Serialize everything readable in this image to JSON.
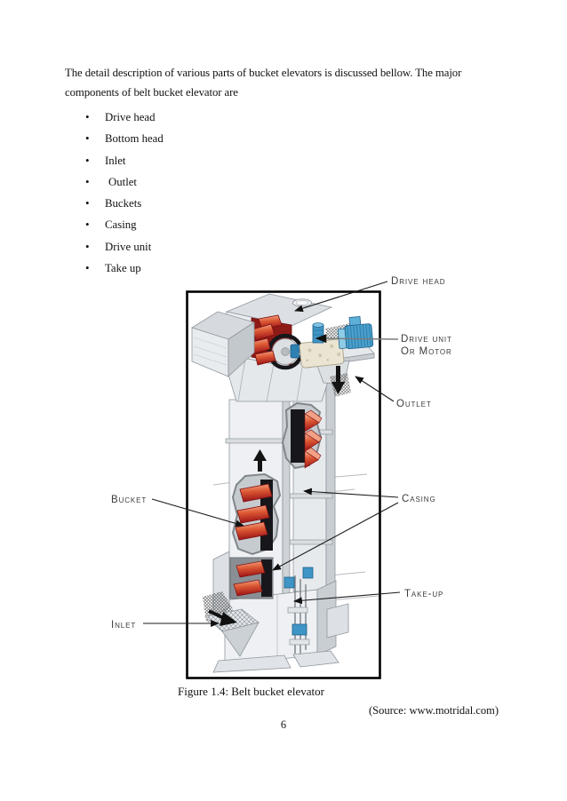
{
  "document": {
    "intro": "The detail description of various parts of bucket elevators is discussed bellow. The major components of belt bucket elevator are",
    "components": [
      "Drive head",
      "Bottom head",
      "Inlet",
      "Outlet",
      "Buckets",
      "Casing",
      "Drive unit",
      "Take up"
    ],
    "figure": {
      "labels": {
        "drive_head": "Drive head",
        "drive_unit": "Drive unit",
        "drive_unit_2": "Or Motor",
        "outlet": "Outlet",
        "bucket": "Bucket",
        "casing": "Casing",
        "take_up": "Take-up",
        "inlet": "Inlet"
      },
      "caption": "Figure 1.4: Belt bucket elevator",
      "source": "(Source: www.motridal.com)"
    },
    "page_number": "6",
    "colors": {
      "bucket_red": "#c1272d",
      "belt_black": "#17171b",
      "motor_blue": "#4ba0cd",
      "casing_gray": "#e9ecef",
      "label_gray": "#3b3b3b"
    }
  }
}
